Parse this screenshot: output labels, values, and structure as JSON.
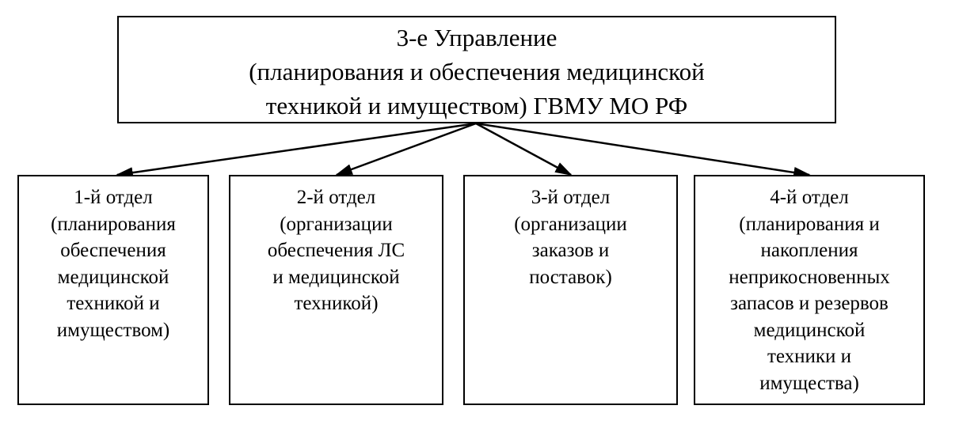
{
  "top": {
    "lines": [
      "3-е Управление",
      "(планирования и обеспечения медицинской",
      "техникой и имуществом) ГВМУ МО РФ"
    ]
  },
  "departments": [
    {
      "lines": [
        "1-й отдел",
        "(планирования",
        "обеспечения",
        "медицинской",
        "техникой и",
        "имуществом)"
      ]
    },
    {
      "lines": [
        "2-й отдел",
        "(организации",
        "обеспечения ЛС",
        "и медицинской",
        "техникой)"
      ]
    },
    {
      "lines": [
        "3-й отдел",
        "(организации",
        "заказов и",
        "поставок)"
      ]
    },
    {
      "lines": [
        "4-й отдел",
        "(планирования и",
        "накопления",
        "неприкосновенных",
        "запасов и резервов",
        "медицинской",
        "техники и",
        "имущества)"
      ]
    }
  ],
  "colors": {
    "stroke": "#000000",
    "background": "#ffffff"
  }
}
